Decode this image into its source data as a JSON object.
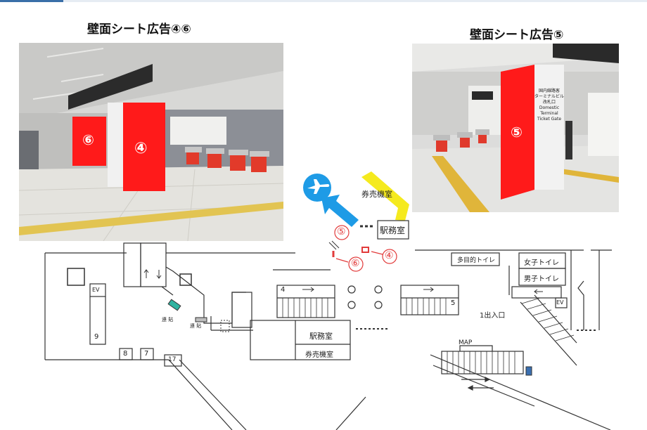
{
  "headings": {
    "left": "壁面シート広告④⑥",
    "right": "壁面シート広告⑤"
  },
  "photo_left": {
    "panel_6": "⑥",
    "panel_4": "④",
    "panel_color": "#ff1a1a"
  },
  "photo_right": {
    "panel_5": "⑤",
    "sign_line1": "国内線路客",
    "sign_line2": "ターミナルビル",
    "sign_line3": "改札口",
    "sign_line4": "Domestic Terminal",
    "sign_line5": "Ticket Gate",
    "panel_color": "#ff1a1a"
  },
  "map": {
    "ticket_machine_top": "券売機室",
    "station_office_top": "駅務室",
    "markers": [
      "⑤",
      "④",
      "⑥"
    ],
    "multipurpose_toilet": "多目的トイレ",
    "women_toilet": "女子トイレ",
    "men_toilet": "男子トイレ",
    "ev_left": "EV",
    "ev_right": "EV",
    "exit_1": "1出入口",
    "station_office_main": "駅務室",
    "ticket_machine_main": "券売機室",
    "map_label": "MAP",
    "contact_1": "連 貼",
    "contact_2": "連 貼",
    "num_4": "4",
    "num_5": "5",
    "num_7": "7",
    "num_8": "8",
    "num_9": "9",
    "num_17": "17",
    "airplane_color": "#1e9be6",
    "highlight_color": "#f5ea1e",
    "marker_color": "#e23b3b"
  }
}
